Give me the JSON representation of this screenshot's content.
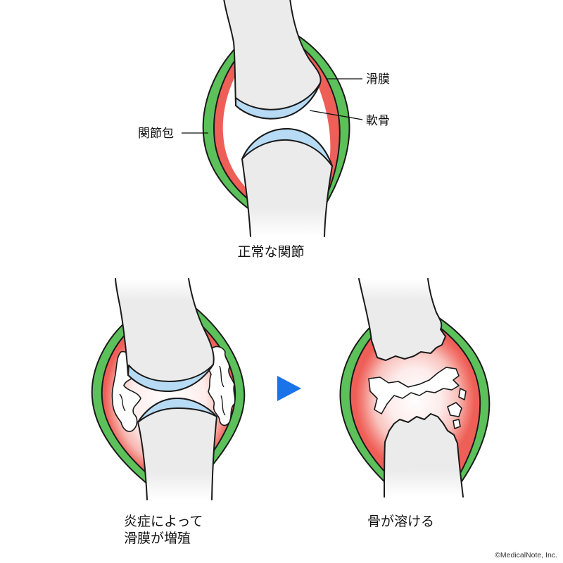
{
  "normal_joint": {
    "labels": {
      "synovium": "滑膜",
      "cartilage": "軟骨",
      "capsule": "関節包"
    },
    "caption": "正常な関節"
  },
  "inflamed_joint": {
    "caption_lines": [
      "炎症によって",
      "滑膜が増殖"
    ]
  },
  "dissolved_joint": {
    "caption": "骨が溶ける"
  },
  "icons": {
    "progression_arrow": "triangle-right-icon"
  },
  "credit": "©MedicalNote, Inc.",
  "colors": {
    "capsule": "#5DC15B",
    "synovium": "#EE5F58",
    "cartilage": "#B7DBF4",
    "bone": "#EBEBEB",
    "arrow": "#1A73E8",
    "outline": "#1A1A1A"
  }
}
